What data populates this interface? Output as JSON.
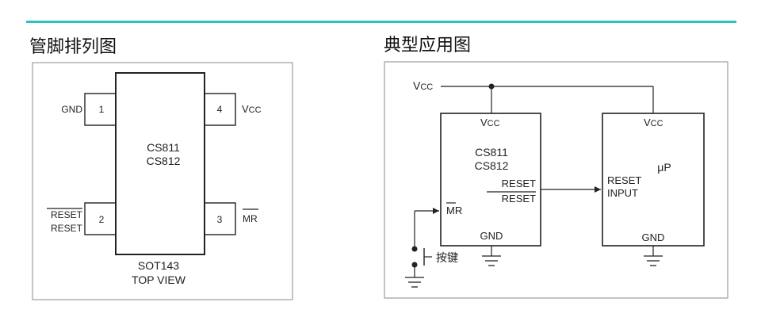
{
  "left_panel": {
    "title": "管脚排列图",
    "chip_name_1": "CS811",
    "chip_name_2": "CS812",
    "package_1": "SOT143",
    "package_2": "TOP VIEW",
    "pins": [
      {
        "number": "1",
        "label": "GND"
      },
      {
        "number": "2",
        "label_top": "RESET",
        "label_bottom": "RESET"
      },
      {
        "number": "3",
        "label": "MR"
      },
      {
        "number": "4",
        "label_main": "V",
        "label_sub": "CC"
      }
    ]
  },
  "right_panel": {
    "title": "典型应用图",
    "vcc_main": "V",
    "vcc_sub": "CC",
    "chip": {
      "name_1": "CS811",
      "name_2": "CS812",
      "vcc_main": "V",
      "vcc_sub": "CC",
      "reset_bar": "RESET",
      "reset": "RESET",
      "mr": "MR",
      "gnd": "GND"
    },
    "micro": {
      "name": "μP",
      "vcc_main": "V",
      "vcc_sub": "CC",
      "reset_input_1": "RESET",
      "reset_input_2": "INPUT",
      "gnd": "GND"
    },
    "button_label": "按键"
  },
  "colors": {
    "accent_rule": "#2fc0c8",
    "line": "#222222",
    "panel_border": "#888888"
  }
}
